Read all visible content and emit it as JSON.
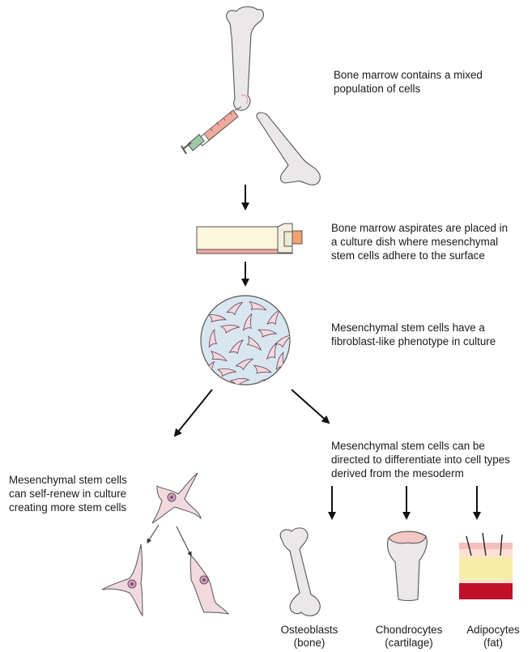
{
  "captions": {
    "marrow": [
      "Bone marrow contains a mixed",
      "population of cells"
    ],
    "culture": [
      "Bone marrow aspirates are placed in",
      "a culture dish where mesenchymal",
      "stem cells adhere to the surface"
    ],
    "phenotype": [
      "Mesenchymal stem cells have a",
      "fibroblast-like phenotype in culture"
    ],
    "differentiate": [
      "Mesenchymal stem cells can be",
      "directed to differentiate into cell types",
      "derived from the mesoderm"
    ],
    "self_renew": [
      "Mesenchymal stem cells",
      "can self-renew in culture",
      "creating more stem cells"
    ]
  },
  "cell_types": [
    {
      "name": "Osteoblasts",
      "sub": "(bone)"
    },
    {
      "name": "Chondrocytes",
      "sub": "(cartilage)"
    },
    {
      "name": "Adipocytes",
      "sub": "(fat)"
    }
  ],
  "colors": {
    "bone": "#ebe8ea",
    "bone_outline": "#555555",
    "cell_pink": "#f2d9df",
    "syringe_green": "#9ec9a8",
    "syringe_red": "#f1a99e",
    "flask_cream": "#fbf6dc",
    "flask_cap": "#f4a070",
    "dish_blue": "#d8e6ef",
    "fat_red": "#c0102a",
    "fat_yellow": "#f6eea8"
  }
}
